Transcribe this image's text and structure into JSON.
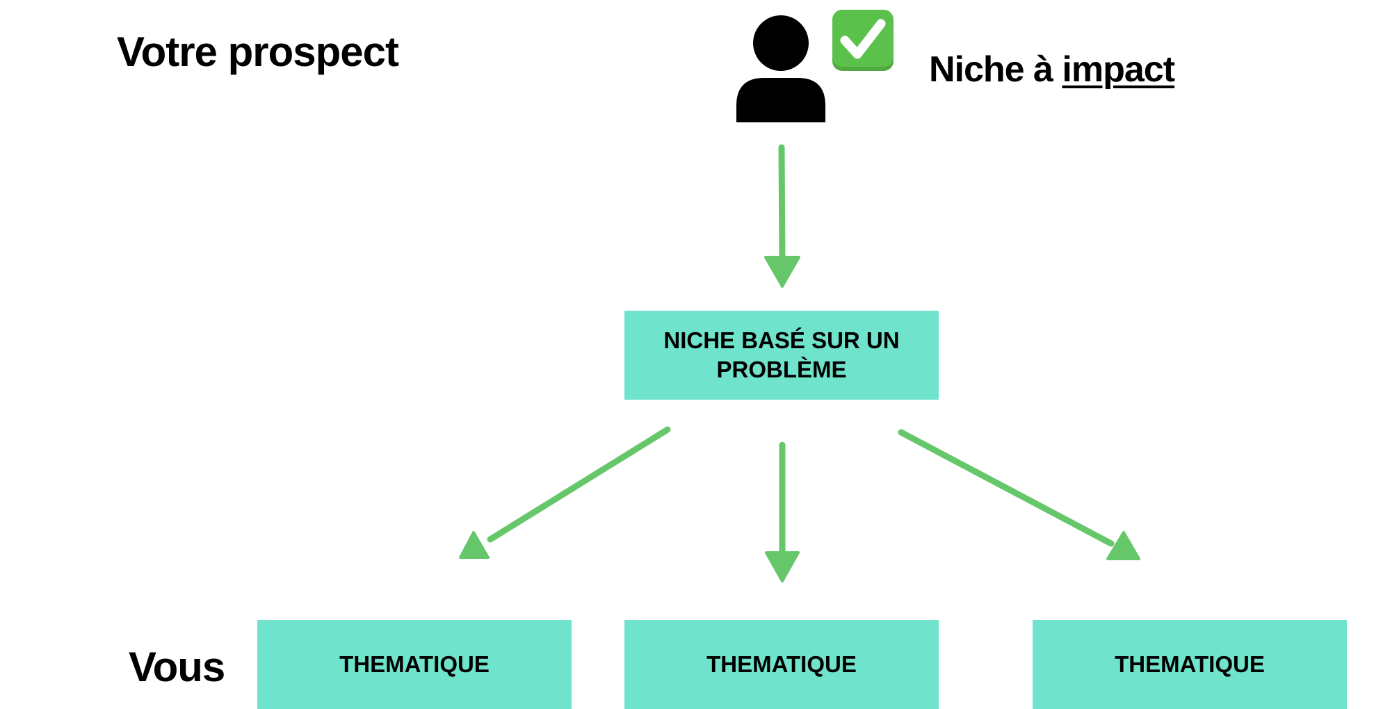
{
  "labels": {
    "prospect": "Votre prospect",
    "vous": "Vous",
    "niche_prefix": "Niche à ",
    "niche_emphasis": "impact"
  },
  "center_box": {
    "line1": "NICHE BASÉ SUR UN",
    "line2": "PROBLÈME"
  },
  "themes": [
    "THEMATIQUE",
    "THEMATIQUE",
    "THEMATIQUE"
  ],
  "icons": {
    "person": "person-icon",
    "check": "check-mark-icon"
  },
  "colors": {
    "box_fill": "#6fe3cb",
    "arrow": "#66c76a",
    "check_bg": "#5cc14a"
  }
}
